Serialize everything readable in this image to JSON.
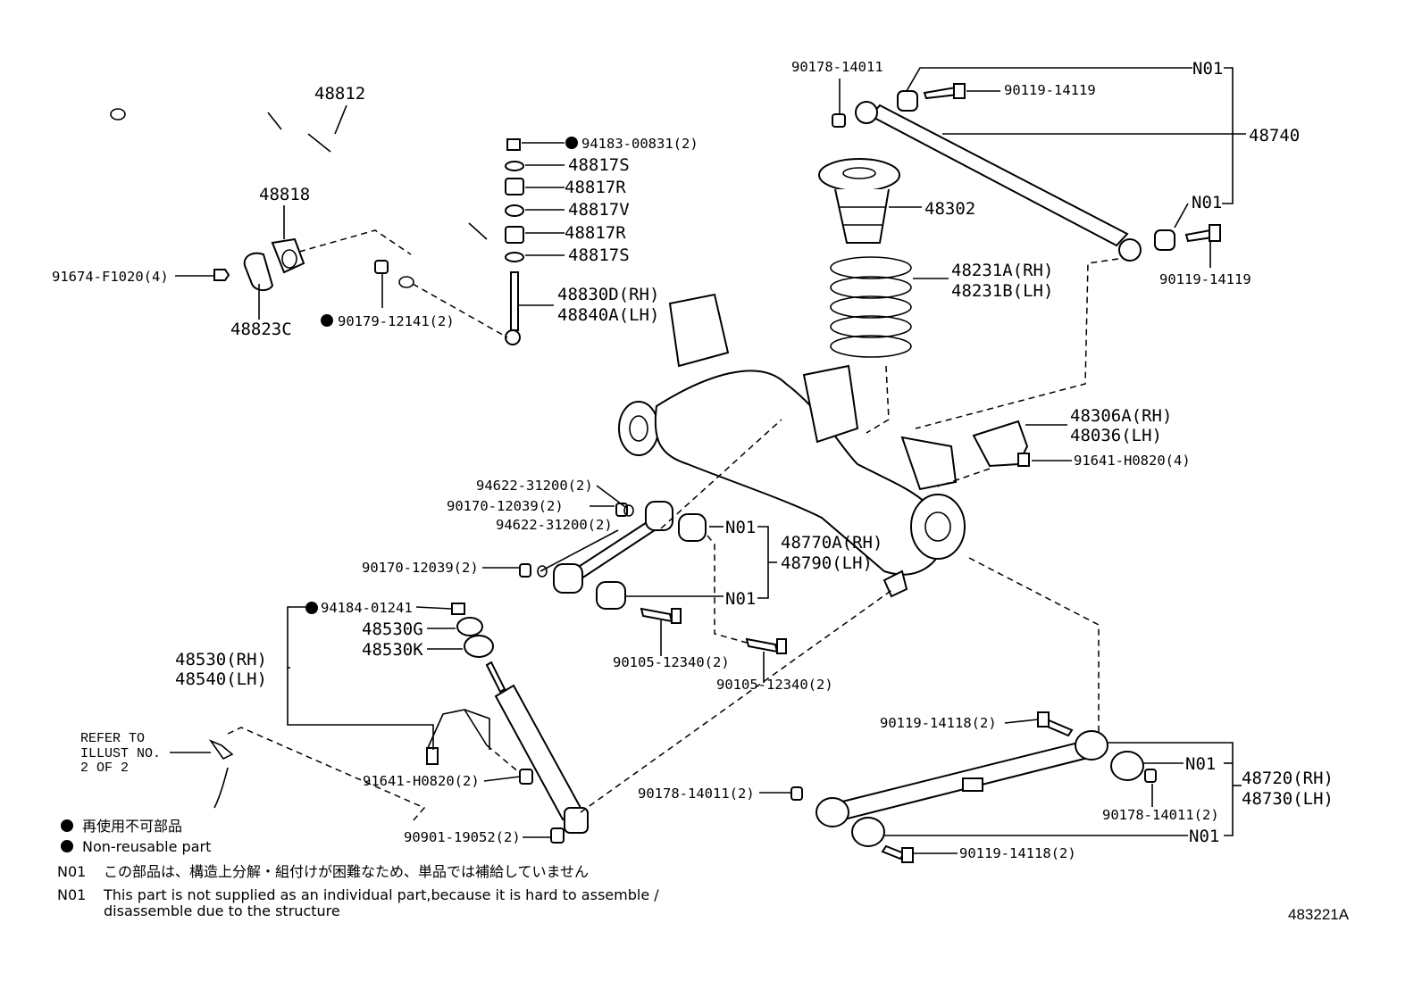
{
  "labels": {
    "p48812": "48812",
    "p48818": "48818",
    "p91674": "91674-F1020(4)",
    "p48823C": "48823C",
    "p90179": "90179-12141(2)",
    "p94183": "94183-00831(2)",
    "p48817S_a": "48817S",
    "p48817R_a": "48817R",
    "p48817V": "48817V",
    "p48817R_b": "48817R",
    "p48817S_b": "48817S",
    "p48830D": "48830D(RH)",
    "p48840A": "48840A(LH)",
    "p90178_top": "90178-14011",
    "p90119_top": "90119-14119",
    "n01_top": "N01",
    "p48740": "48740",
    "n01_mid": "N01",
    "p90119_right": "90119-14119",
    "p48302": "48302",
    "p48231A": "48231A(RH)",
    "p48231B": "48231B(LH)",
    "p48306A": "48306A(RH)",
    "p48036": "48036(LH)",
    "p91641_4": "91641-H0820(4)",
    "p94622_a": "94622-31200(2)",
    "p90170_a": "90170-12039(2)",
    "p94622_b": "94622-31200(2)",
    "p90170_b": "90170-12039(2)",
    "n01_770a": "N01",
    "n01_770b": "N01",
    "p48770A": "48770A(RH)",
    "p48790": "48790(LH)",
    "p94184": "94184-01241",
    "p48530G": "48530G",
    "p48530K": "48530K",
    "p48530": "48530(RH)",
    "p48540": "48540(LH)",
    "p90105_a": "90105-12340(2)",
    "p90105_b": "90105-12340(2)",
    "refer1": "REFER TO",
    "refer2": "ILLUST NO.",
    "refer3": "2 OF 2",
    "p91641_2": "91641-H0820(2)",
    "p90901": "90901-19052(2)",
    "p90119_118a": "90119-14118(2)",
    "p90178_2a": "90178-14011(2)",
    "n01_720a": "N01",
    "n01_720b": "N01",
    "p48720": "48720(RH)",
    "p48730": "48730(LH)",
    "p90178_2b": "90178-14011(2)",
    "p90119_118b": "90119-14118(2)"
  },
  "legend": {
    "jp_nonreusable": "再使用不可部品",
    "en_nonreusable": "Non-reusable part",
    "n01_code": "N01",
    "n01_jp": "この部品は、構造上分解・組付けが困難なため、単品では補給していません",
    "n01_code2": "N01",
    "n01_en_line1": "This part is not supplied as an individual part,because it is hard to assemble /",
    "n01_en_line2": "disassemble due to the structure"
  },
  "illustration_id": "483221A"
}
